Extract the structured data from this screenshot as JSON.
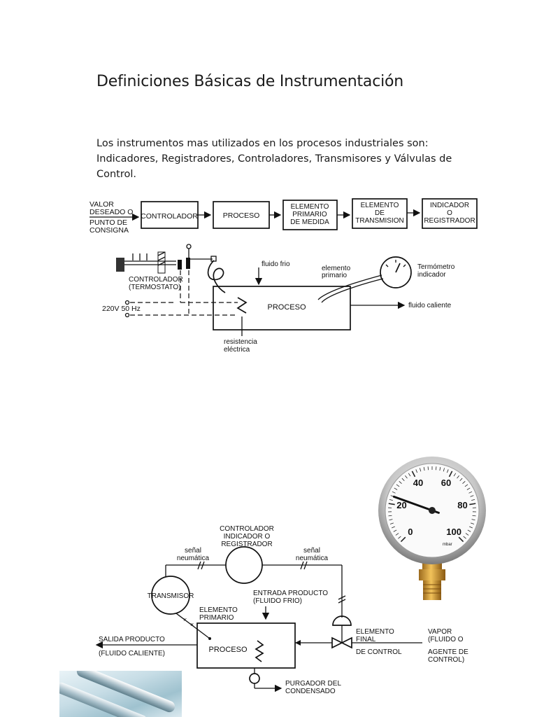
{
  "page": {
    "title": "Definiciones Básicas de Instrumentación",
    "intro_lines": [
      "Los instrumentos mas utilizados en los procesos industriales son:",
      "Indicadores, Registradores, Controladores, Transmisores y Válvulas de",
      "Control."
    ]
  },
  "diagram1": {
    "input_label": [
      "VALOR",
      "DESEADO O",
      "PUNTO DE",
      "CONSIGNA"
    ],
    "blocks": [
      [
        "CONTROLADOR"
      ],
      [
        "PROCESO"
      ],
      [
        "ELEMENTO",
        "PRIMARIO",
        "DE MEDIDA"
      ],
      [
        "ELEMENTO",
        "DE",
        "TRANSMISION"
      ],
      [
        "INDICADOR",
        "O",
        "REGISTRADOR"
      ]
    ]
  },
  "diagram2": {
    "controller_label": [
      "CONTROLADOR",
      "(TERMOSTATO)"
    ],
    "supply_label": "220V  50 Hz",
    "cold_fluid": "fluido frio",
    "primary_element": [
      "elemento",
      "primario"
    ],
    "thermometer": [
      "Termómetro",
      "indicador"
    ],
    "process": "PROCESO",
    "hot_fluid": "fluido caliente",
    "heater": [
      "resistencia",
      "eléctrica"
    ]
  },
  "gauge": {
    "scale": [
      "0",
      "20",
      "40",
      "60",
      "80",
      "100"
    ],
    "unit": "mbar",
    "value_fraction": 0.24
  },
  "diagram3": {
    "controller": [
      "CONTROLADOR",
      "INDICADOR  O",
      "REGISTRADOR"
    ],
    "signal_left": [
      "señal",
      "neumática"
    ],
    "signal_right": [
      "señal",
      "neumática"
    ],
    "transmitter": "TRANSMISOR",
    "input_product": [
      "ENTRADA PRODUCTO",
      "(FLUIDO FRIO)"
    ],
    "primary_element": [
      "ELEMENTO",
      "PRIMARIO"
    ],
    "output_product": [
      "SALIDA PRODUCTO",
      "(FLUIDO CALIENTE)"
    ],
    "process": "PROCESO",
    "final_element": [
      "ELEMENTO",
      "FINAL",
      "DE CONTROL"
    ],
    "steam": [
      "VAPOR",
      "(FLUIDO O",
      "AGENTE DE",
      "CONTROL)"
    ],
    "trap": [
      "PURGADOR DEL",
      "CONDENSADO"
    ]
  }
}
